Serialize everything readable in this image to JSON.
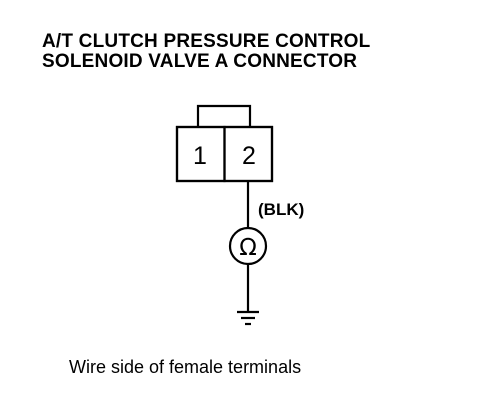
{
  "title": {
    "line1": "A/T CLUTCH PRESSURE CONTROL",
    "line2": "SOLENOID VALVE A CONNECTOR"
  },
  "connector": {
    "terminal_1": "1",
    "terminal_2": "2"
  },
  "wire": {
    "color_label": "(BLK)"
  },
  "meter": {
    "symbol": "Ω",
    "icon": "ohmmeter-icon"
  },
  "ground": {
    "icon": "ground-icon"
  },
  "caption": "Wire side of female terminals"
}
